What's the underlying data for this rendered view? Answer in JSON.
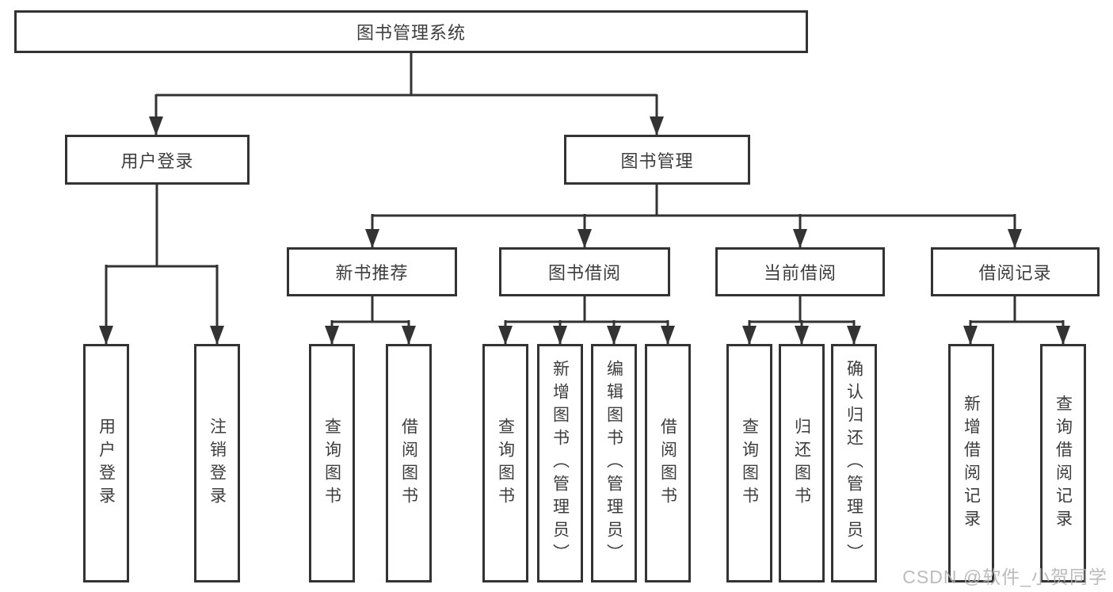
{
  "tree": {
    "root": {
      "label": "图书管理系统"
    },
    "branches": [
      {
        "label": "用户登录",
        "children": [
          {
            "label": "用户登录"
          },
          {
            "label": "注销登录"
          }
        ]
      },
      {
        "label": "图书管理",
        "children": [
          {
            "label": "新书推荐",
            "children": [
              {
                "label": "查询图书"
              },
              {
                "label": "借阅图书"
              }
            ]
          },
          {
            "label": "图书借阅",
            "children": [
              {
                "label": "查询图书"
              },
              {
                "label": "新增图书（管理员）"
              },
              {
                "label": "编辑图书（管理员）"
              },
              {
                "label": "借阅图书"
              }
            ]
          },
          {
            "label": "当前借阅",
            "children": [
              {
                "label": "查询图书"
              },
              {
                "label": "归还图书"
              },
              {
                "label": "确认归还（管理员）"
              }
            ]
          },
          {
            "label": "借阅记录",
            "children": [
              {
                "label": "新增借阅记录"
              },
              {
                "label": "查询借阅记录"
              }
            ]
          }
        ]
      }
    ]
  },
  "watermark": {
    "text": "CSDN @软件_小贺同学"
  },
  "colors": {
    "line": "#333333",
    "text": "#3d3d3d",
    "background": "#ffffff",
    "watermark": "#b0b0b0"
  }
}
